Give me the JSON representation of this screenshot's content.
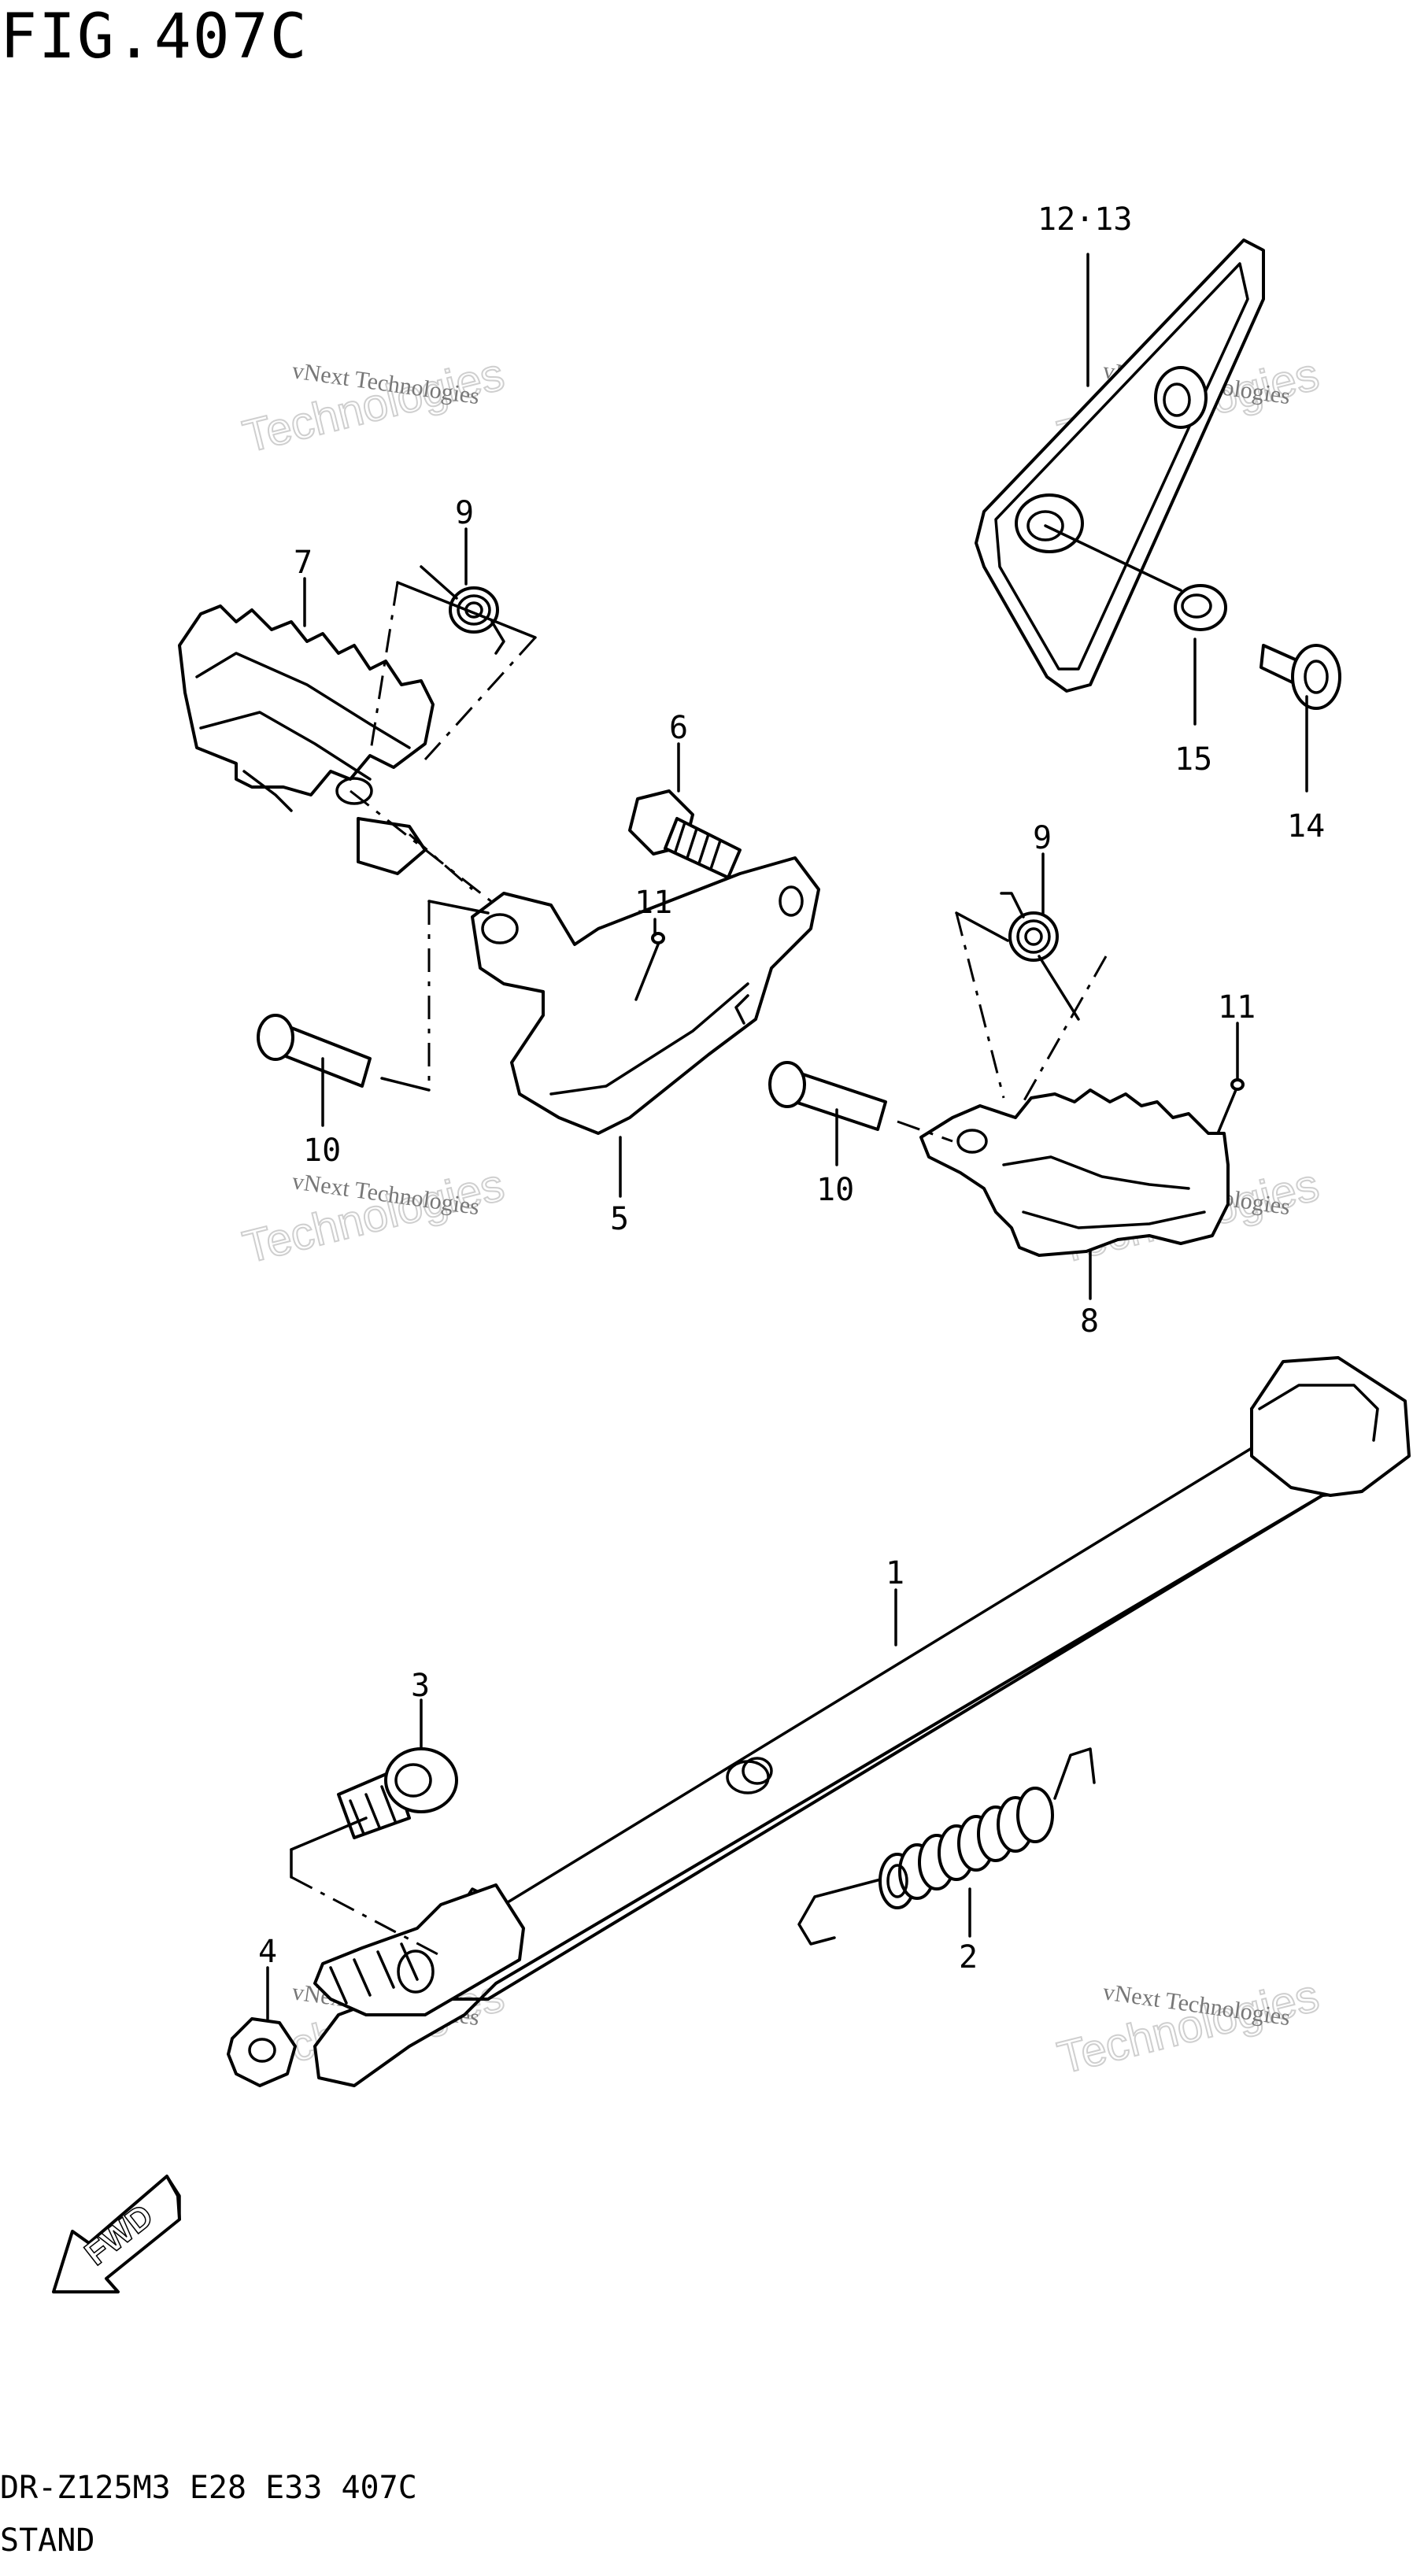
{
  "figure": {
    "title": "FIG.407C",
    "model_line": "DR-Z125M3 E28 E33 407C",
    "section": "STAND"
  },
  "callouts": [
    {
      "id": "1",
      "label": "1"
    },
    {
      "id": "2",
      "label": "2"
    },
    {
      "id": "3",
      "label": "3"
    },
    {
      "id": "4",
      "label": "4"
    },
    {
      "id": "5",
      "label": "5"
    },
    {
      "id": "6",
      "label": "6"
    },
    {
      "id": "7",
      "label": "7"
    },
    {
      "id": "8",
      "label": "8"
    },
    {
      "id": "9a",
      "label": "9"
    },
    {
      "id": "9b",
      "label": "9"
    },
    {
      "id": "10a",
      "label": "10"
    },
    {
      "id": "10b",
      "label": "10"
    },
    {
      "id": "11a",
      "label": "11"
    },
    {
      "id": "11b",
      "label": "11"
    },
    {
      "id": "12-13",
      "label": "12·13"
    },
    {
      "id": "14",
      "label": "14"
    },
    {
      "id": "15",
      "label": "15"
    }
  ],
  "watermark": {
    "line1": "vNext Technologies",
    "line2": "Technologies"
  },
  "fwd_label": "FWD"
}
